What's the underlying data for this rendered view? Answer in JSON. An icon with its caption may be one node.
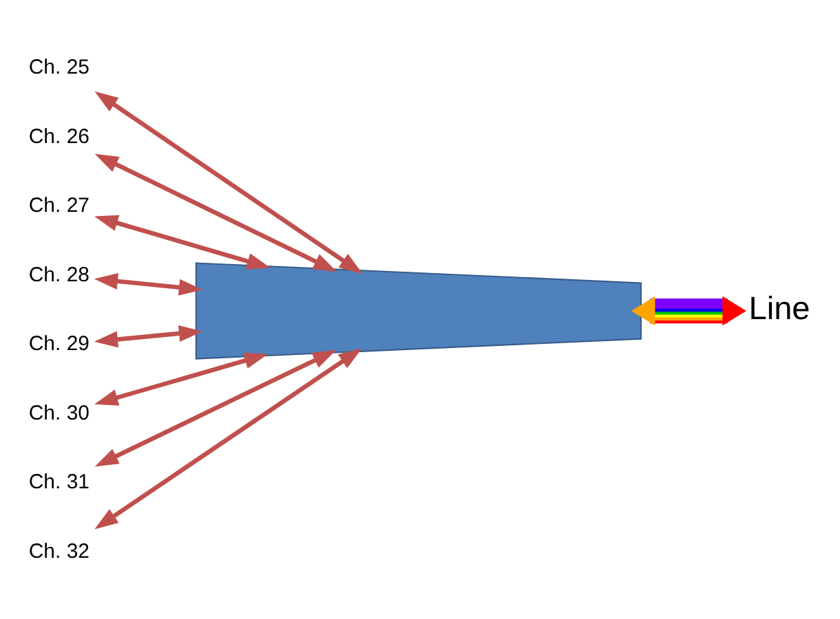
{
  "diagram": {
    "nodes": [
      {
        "text": [
          "Ch. 25"
        ]
      },
      {
        "text": [
          "Ch. 26"
        ]
      },
      {
        "text": [
          "Ch. 27"
        ]
      },
      {
        "text": [
          "Ch. 28"
        ]
      },
      {
        "text": [
          "Ch. 29"
        ]
      },
      {
        "text": [
          "Ch. 30"
        ]
      },
      {
        "text": [
          "Ch. 31"
        ]
      },
      {
        "text": [
          "Ch. 32"
        ]
      },
      {
        "text": [],
        "shape": "trapezoid"
      },
      {
        "text": [
          "Line"
        ]
      }
    ],
    "edges": [
      {
        "from": 0,
        "to": 8,
        "arrow": "both",
        "color": "#c0504d"
      },
      {
        "from": 1,
        "to": 8,
        "arrow": "both",
        "color": "#c0504d"
      },
      {
        "from": 2,
        "to": 8,
        "arrow": "both",
        "color": "#c0504d"
      },
      {
        "from": 3,
        "to": 8,
        "arrow": "both",
        "color": "#c0504d"
      },
      {
        "from": 4,
        "to": 8,
        "arrow": "both",
        "color": "#c0504d"
      },
      {
        "from": 5,
        "to": 8,
        "arrow": "both",
        "color": "#c0504d"
      },
      {
        "from": 6,
        "to": 8,
        "arrow": "both",
        "color": "#c0504d"
      },
      {
        "from": 7,
        "to": 8,
        "arrow": "both",
        "color": "#c0504d"
      },
      {
        "from": 8,
        "to": 9,
        "arrow": "both",
        "style": "thick"
      }
    ]
  }
}
